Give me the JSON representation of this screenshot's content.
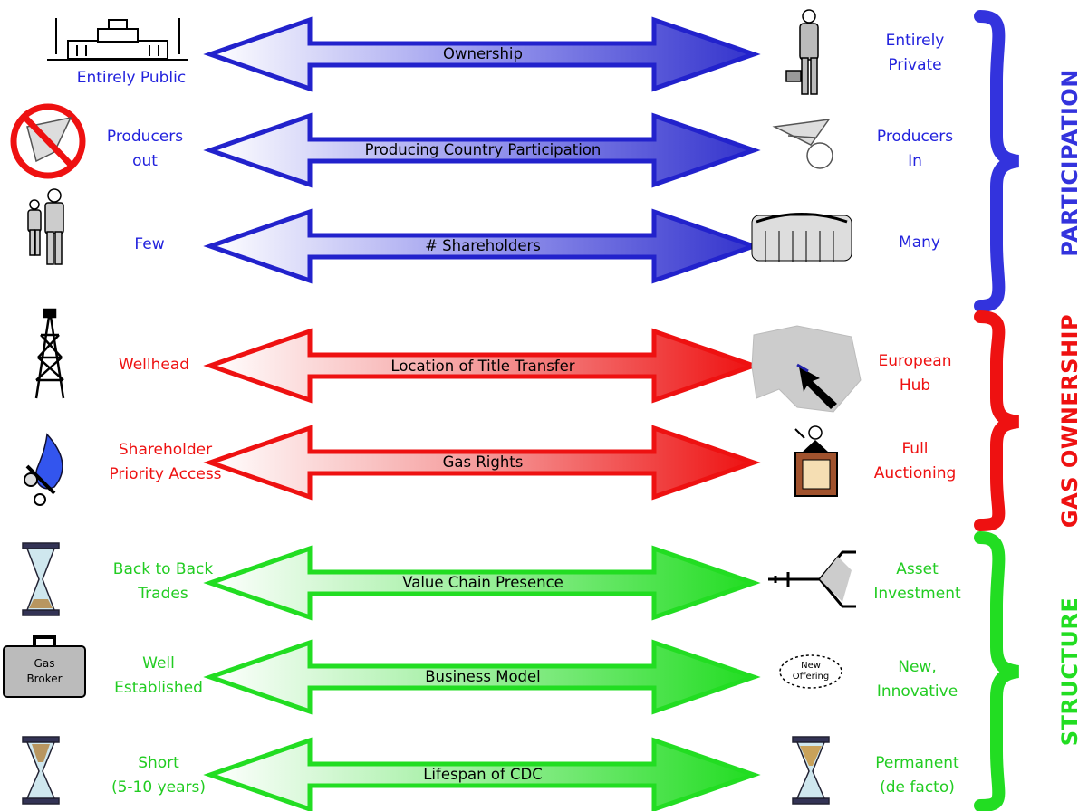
{
  "colors": {
    "participation": "#3333dd",
    "gas_ownership": "#ee1111",
    "structure": "#22dd22"
  },
  "groups": {
    "participation": "PARTICIPATION",
    "gas_ownership": "GAS OWNERSHIP",
    "structure": "STRUCTURE"
  },
  "rows": [
    {
      "arrow": "Ownership",
      "left": [
        "Entirely Public"
      ],
      "right": [
        "Entirely",
        "Private"
      ],
      "left_icon": "government-building-icon",
      "right_icon": "businessman-icon"
    },
    {
      "arrow": "Producing Country Participation",
      "left": [
        "Producers",
        "out"
      ],
      "right": [
        "Producers",
        "In"
      ],
      "left_icon": "no-producers-icon",
      "right_icon": "producer-hand-icon"
    },
    {
      "arrow": "# Shareholders",
      "left": [
        "Few"
      ],
      "right": [
        "Many"
      ],
      "left_icon": "few-people-icon",
      "right_icon": "crowd-icon"
    },
    {
      "arrow": "Location of Title Transfer",
      "left": [
        "Wellhead"
      ],
      "right": [
        "European",
        "Hub"
      ],
      "left_icon": "oil-derrick-icon",
      "right_icon": "europe-map-icon"
    },
    {
      "arrow": "Gas Rights",
      "left": [
        "Shareholder",
        "Priority Access"
      ],
      "right": [
        "Full",
        "Auctioning"
      ],
      "left_icon": "gas-flame-chain-icon",
      "right_icon": "auctioneer-podium-icon"
    },
    {
      "arrow": "Value Chain Presence",
      "left": [
        "Back to Back",
        "Trades"
      ],
      "right": [
        "Asset",
        "Investment"
      ],
      "left_icon": "hourglass-icon",
      "right_icon": "pipeline-network-icon"
    },
    {
      "arrow": "Business Model",
      "left": [
        "Well",
        "Established"
      ],
      "right": [
        "New,",
        "Innovative"
      ],
      "left_icon": "gas-broker-briefcase-icon",
      "right_icon": "new-offering-icon"
    },
    {
      "arrow": "Lifespan of CDC",
      "left": [
        "Short",
        "(5-10 years)"
      ],
      "right": [
        "Permanent",
        "(de facto)"
      ],
      "left_icon": "hourglass-icon",
      "right_icon": "hourglass-icon"
    }
  ],
  "icon_text": {
    "briefcase_line1": "Gas",
    "briefcase_line2": "Broker",
    "offering_line1": "New",
    "offering_line2": "Offering"
  }
}
